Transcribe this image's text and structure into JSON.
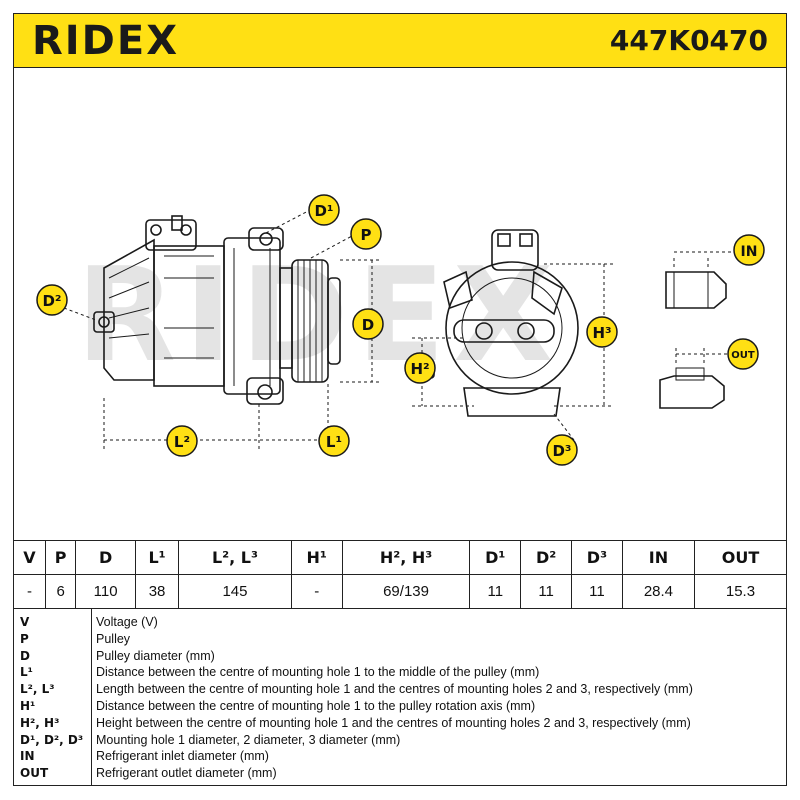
{
  "header": {
    "logo": "RIDEX",
    "part_number": "447K0470"
  },
  "watermark": "RIDEX",
  "callouts": {
    "d1": "D¹",
    "p": "P",
    "d": "D",
    "d2": "D²",
    "l2": "L²",
    "l1": "L¹",
    "h2": "H²",
    "h3": "H³",
    "d3": "D³",
    "in": "IN",
    "out": "OUT"
  },
  "spec_table": {
    "headers": [
      "V",
      "P",
      "D",
      "L¹",
      "L², L³",
      "H¹",
      "H², H³",
      "D¹",
      "D²",
      "D³",
      "IN",
      "OUT"
    ],
    "values": [
      "-",
      "6",
      "110",
      "38",
      "145",
      "-",
      "69/139",
      "11",
      "11",
      "11",
      "28.4",
      "15.3"
    ]
  },
  "legend": [
    {
      "key": "V",
      "desc": "Voltage (V)"
    },
    {
      "key": "P",
      "desc": "Pulley"
    },
    {
      "key": "D",
      "desc": "Pulley diameter (mm)"
    },
    {
      "key": "L¹",
      "desc": "Distance between the centre of mounting hole 1 to the middle of the pulley (mm)"
    },
    {
      "key": "L², L³",
      "desc": "Length between the centre of mounting hole 1 and the centres of mounting holes 2 and 3, respectively (mm)"
    },
    {
      "key": "H¹",
      "desc": "Distance between the centre of mounting hole 1 to the pulley rotation axis (mm)"
    },
    {
      "key": "H², H³",
      "desc": "Height between the centre of mounting hole 1 and the centres of mounting holes 2 and 3, respectively (mm)"
    },
    {
      "key": "D¹, D², D³",
      "desc": "Mounting hole 1 diameter, 2 diameter, 3 diameter (mm)"
    },
    {
      "key": "IN",
      "desc": "Refrigerant inlet diameter (mm)"
    },
    {
      "key": "OUT",
      "desc": "Refrigerant outlet diameter (mm)"
    }
  ],
  "colors": {
    "brand_yellow": "#ffe014",
    "ink": "#1a1a1a",
    "watermark": "#e4e4e4"
  }
}
